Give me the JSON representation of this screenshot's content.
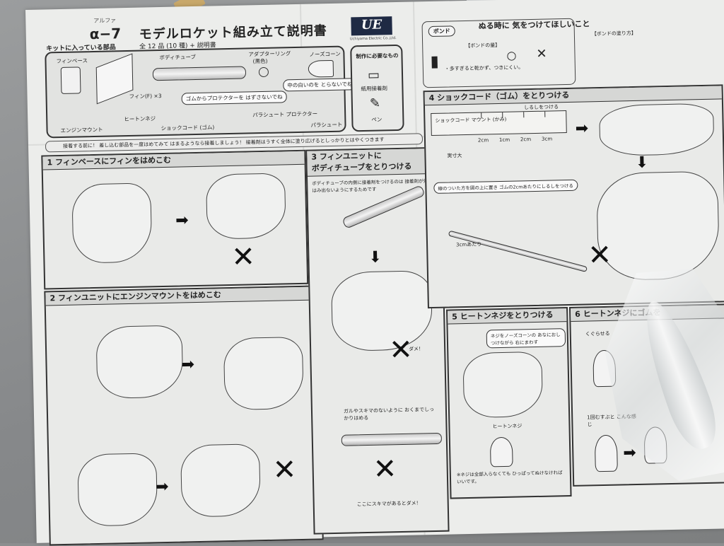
{
  "header": {
    "model_ruby": "アルファ",
    "model": "α−7",
    "title": "モデルロケット組み立て説明書",
    "logo": "UE",
    "logo_sub": "Uchiyama Electric Co.,Ltd.",
    "kit_line": "キットに入っている部品",
    "kit_count": "全 12 品 (10 種) + 説明書"
  },
  "parts": {
    "fin_base": "フィンベース",
    "body_tube": "ボディチューブ",
    "adapter_ring": "アダプターリング",
    "adapter_note": "(黒色)",
    "nose_cone": "ノーズコーン",
    "fin": "フィン(F) ×3",
    "nose_note": "中の白いのを とらないでね",
    "protector_note": "ゴムからプロテクターを はずさないでね",
    "heaton_screw": "ヒートンネジ",
    "engine_mount": "エンジンマウント",
    "shock_cord": "ショックコード (ゴム)",
    "parachute_protector": "パラシュート プロテクター",
    "parachute": "パラシュート"
  },
  "tools": {
    "title": "制作に必要なもの",
    "glue": "紙用接着剤",
    "pen": "ペン"
  },
  "warning": "接着する前に！ 差し込む部品を一度はめてみて はまるようなら接着しましょう！ 接着剤はうすく全体に塗り広げるとしっかりとはやくつきます",
  "steps": {
    "s1": "1 フィンベースにフィンをはめこむ",
    "s2": "2 フィンユニットにエンジンマウントをはめこむ",
    "s3a": "3 フィンユニットに",
    "s3b": "ボディチューブをとりつける",
    "s4": "4 ショックコード（ゴム）をとりつける",
    "s5": "5 ヒートンネジをとりつける",
    "s6": "6 ヒートンネジにゴムを"
  },
  "notes": {
    "s3_glue": "ボディチューブの内側に接着剤をつけるのは 接着剤が外にはみ出ないようにするためです",
    "s3_dame": "ダメ！",
    "s3_gap": "ここにスキマがあるとダメ！",
    "s3_press": "ガルやスキマのないように おくまでしっかりはめる",
    "s4_mark": "しるしをつける",
    "s4_scale": "実寸大",
    "s4_ticks": [
      "2cm",
      "1cm",
      "2cm",
      "3cm"
    ],
    "s4_mount": "ショックコード マウント (かみ)",
    "s4_fold": "線のついた方を図の上に置き ゴムの2cmあたりにしるしをつける",
    "s4_3cm": "3cmあたり",
    "s5_note": "ネジをノーズコーンの あなにおしつけながら 右にまわす",
    "s5_screw": "ヒートンネジ",
    "s5_bottom": "※ネジは全部入らなくても ひっぱってぬけなければいいです。",
    "s6_round": "くぐらせる",
    "s6_tie": "1回むすぶと こんな感じ"
  },
  "bond": {
    "label": "ボンド",
    "careful": "ぬる時に 気をつけてほしいこと",
    "amount": "【ボンドの量】",
    "amount_note": "・多すぎると乾かず、つきにくい。",
    "bond_type": "【ボンドの塗り方】"
  }
}
